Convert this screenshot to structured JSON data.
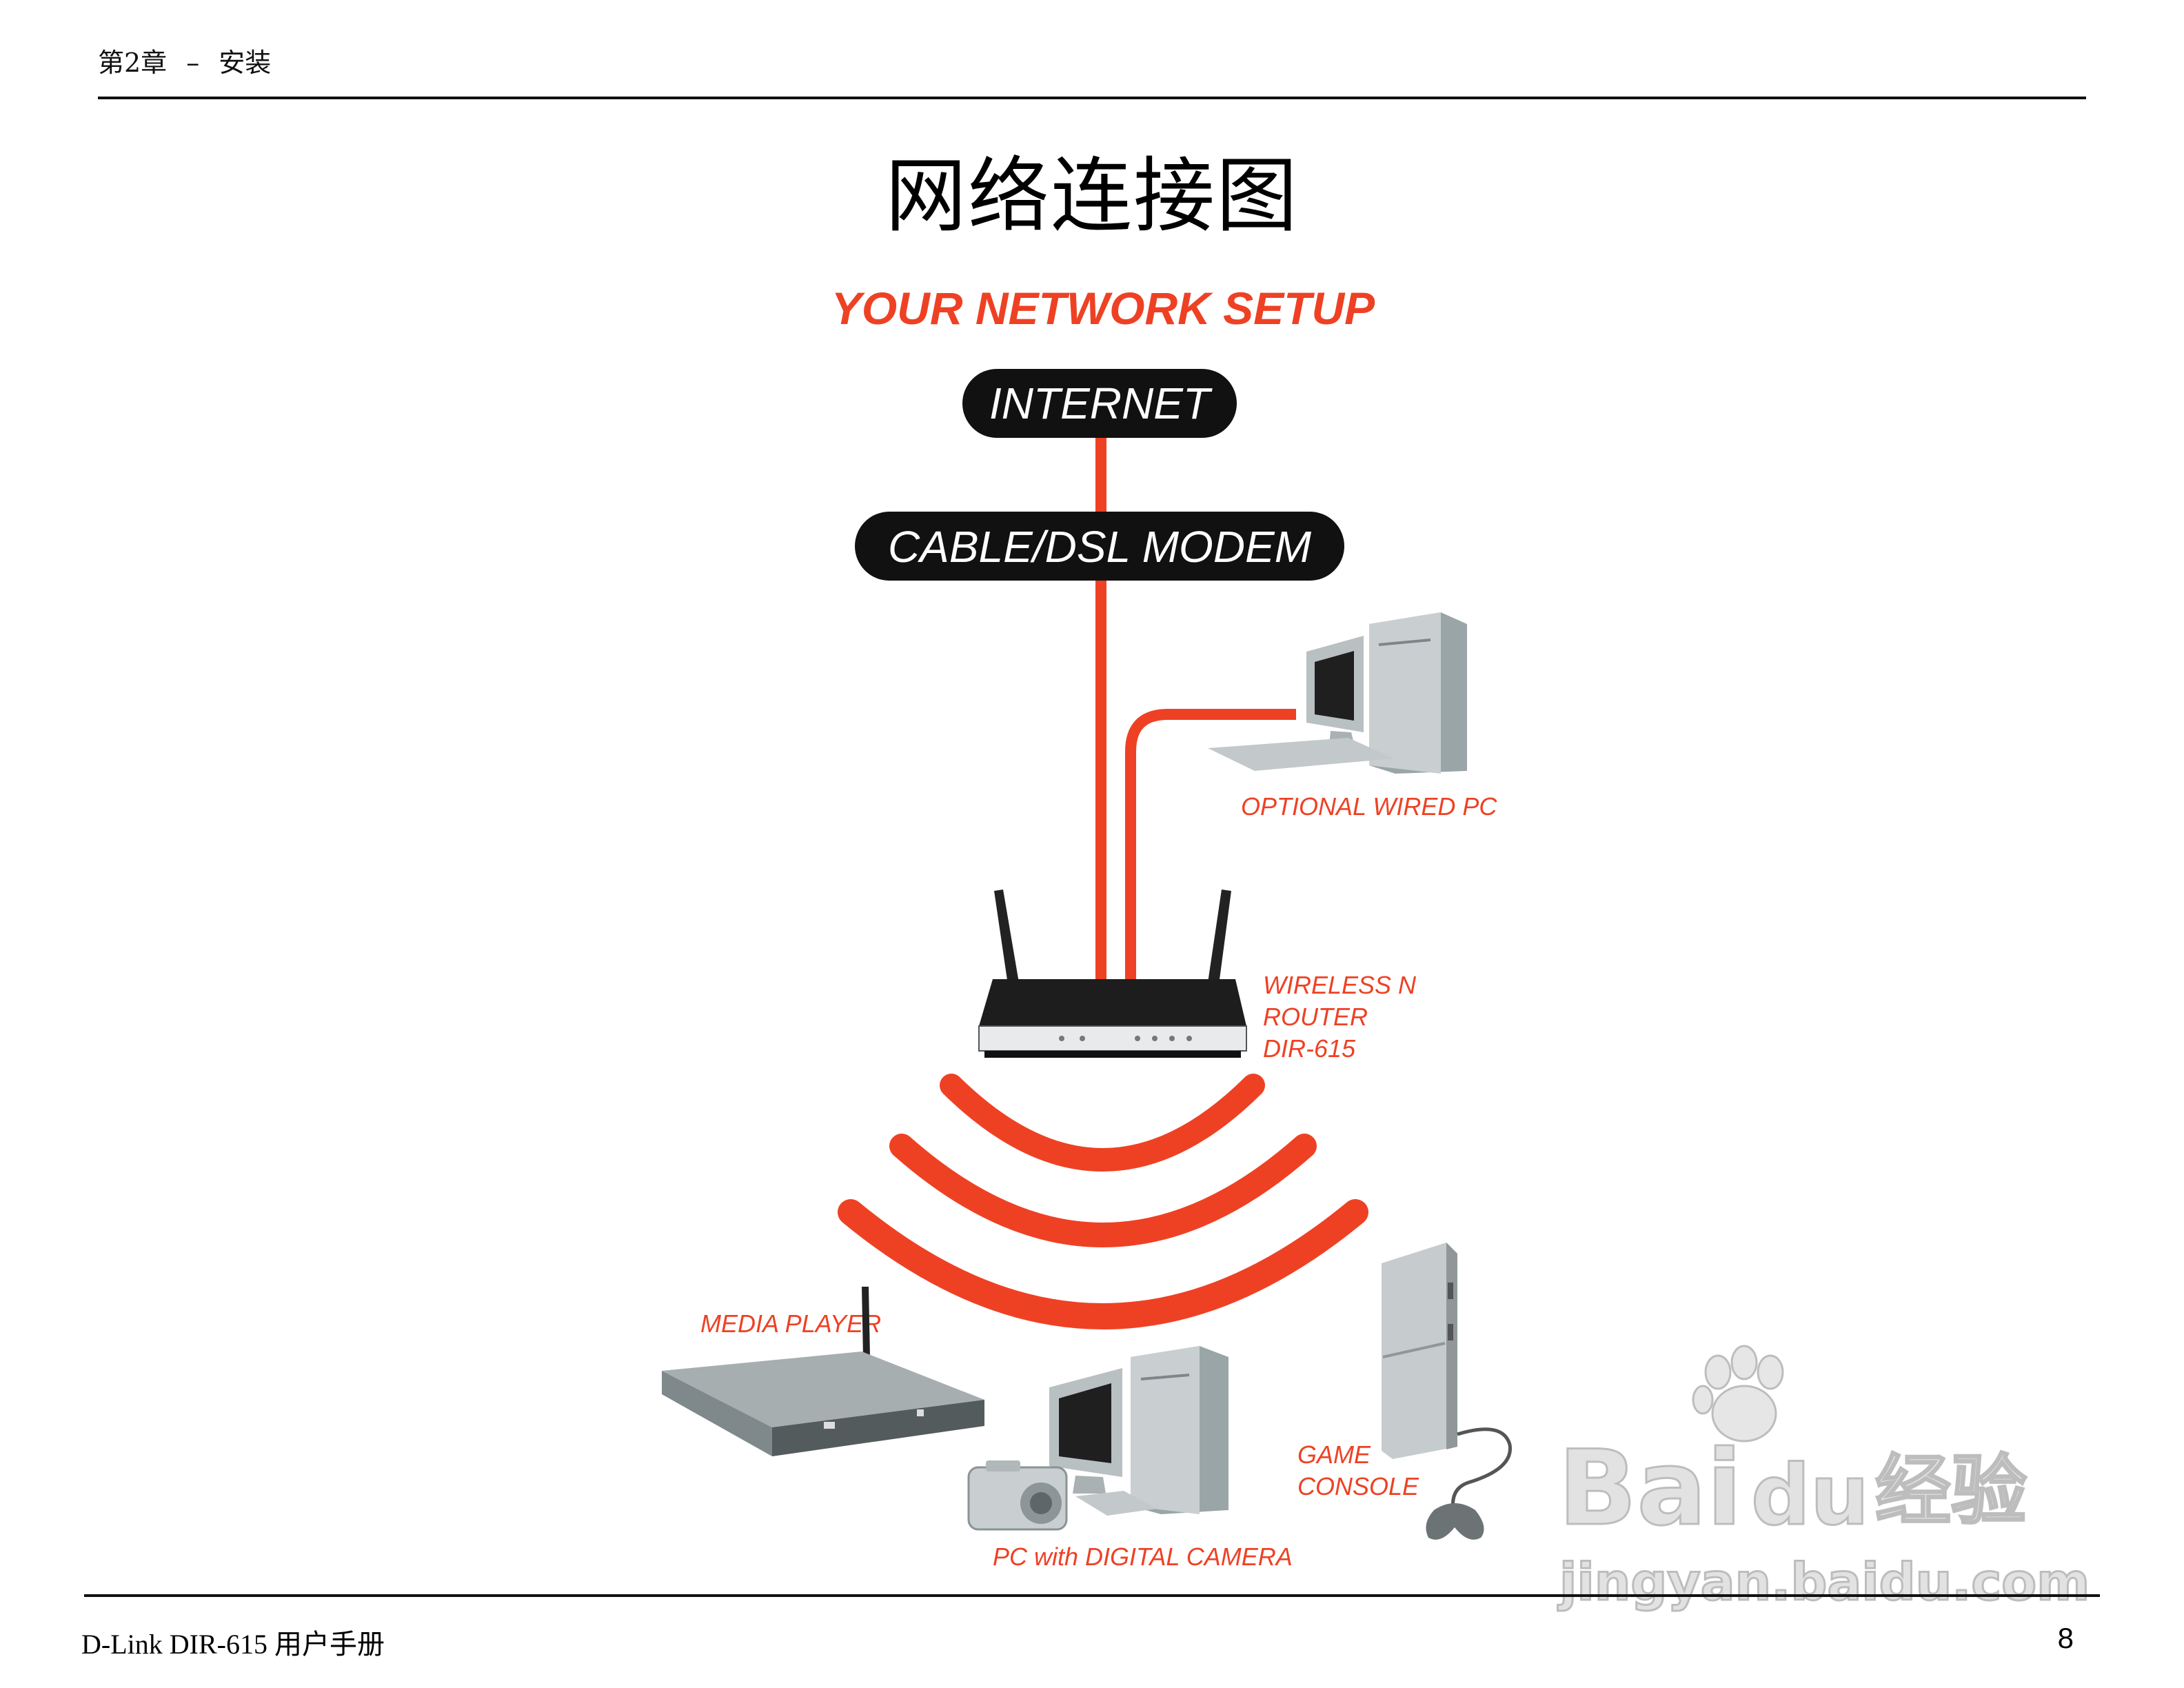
{
  "header": {
    "chapter": "第2章",
    "separator": "–",
    "section": "安装"
  },
  "page_title": "网络连接图",
  "diagram": {
    "heading": "YOUR NETWORK SETUP",
    "internet": "INTERNET",
    "modem": "CABLE/DSL MODEM",
    "wired_pc": "OPTIONAL WIRED PC",
    "router": [
      "WIRELESS N",
      "ROUTER",
      "DIR-615"
    ],
    "media_player": "MEDIA PLAYER",
    "pc_camera": "PC with DIGITAL CAMERA",
    "game_console": [
      "GAME",
      "CONSOLE"
    ],
    "accent_color": "#ee4124"
  },
  "watermark": {
    "brand_a": "Bai",
    "brand_b": "du",
    "brand_c": "经验",
    "url": "jingyan.baidu.com"
  },
  "footer": {
    "manual": "D-Link DIR-615  用户手册",
    "page_number": "8"
  }
}
